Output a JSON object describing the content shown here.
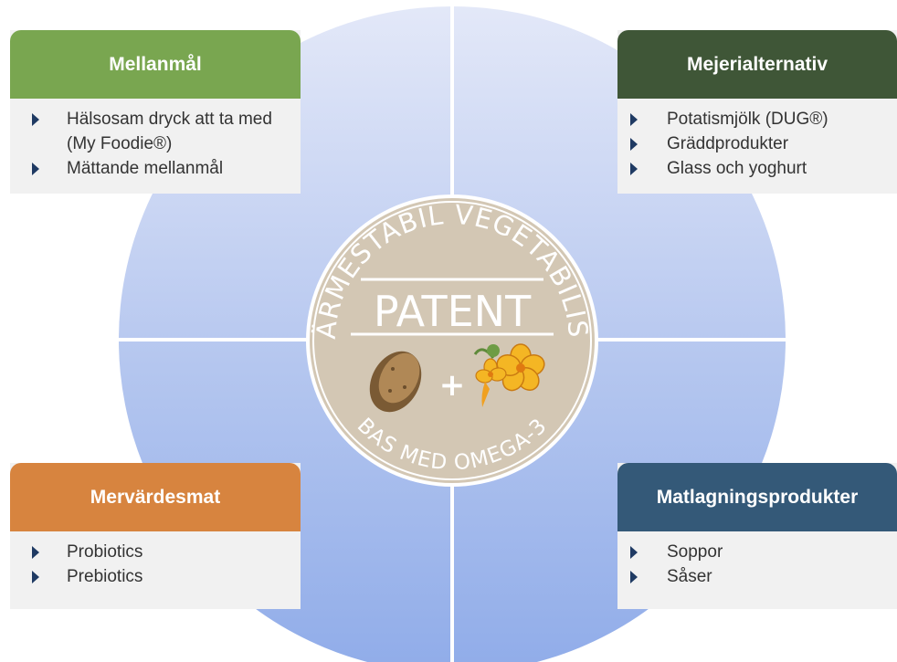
{
  "center_badge": {
    "arc_top": "VÄRMESTABIL VEGETABILISK",
    "arc_bottom": "BAS MED OMEGA-3",
    "title": "PATENT",
    "plus": "+"
  },
  "quadrants": {
    "top_left": {
      "title": "Mellanmål",
      "items": [
        "Hälsosam dryck att ta med (My Foodie®)",
        "Mättande mellanmål"
      ]
    },
    "top_right": {
      "title": "Mejerialternativ",
      "items": [
        "Potatismjölk (DUG®)",
        "Gräddprodukter",
        "Glass och yoghurt"
      ]
    },
    "bottom_left": {
      "title": "Mervärdesmat",
      "items": [
        "Probiotics",
        "Prebiotics"
      ]
    },
    "bottom_right": {
      "title": "Matlagningsprodukter",
      "items": [
        "Soppor",
        "Såser"
      ]
    }
  },
  "colors": {
    "mellanmal": "#79a650",
    "mejerialternativ": "#3f5637",
    "mervardesmat": "#d7843f",
    "matlagningsprodukter": "#345978",
    "circle_light": "#e2e8f8",
    "circle_dark": "#8eaae8",
    "badge": "#d3c7b4"
  }
}
